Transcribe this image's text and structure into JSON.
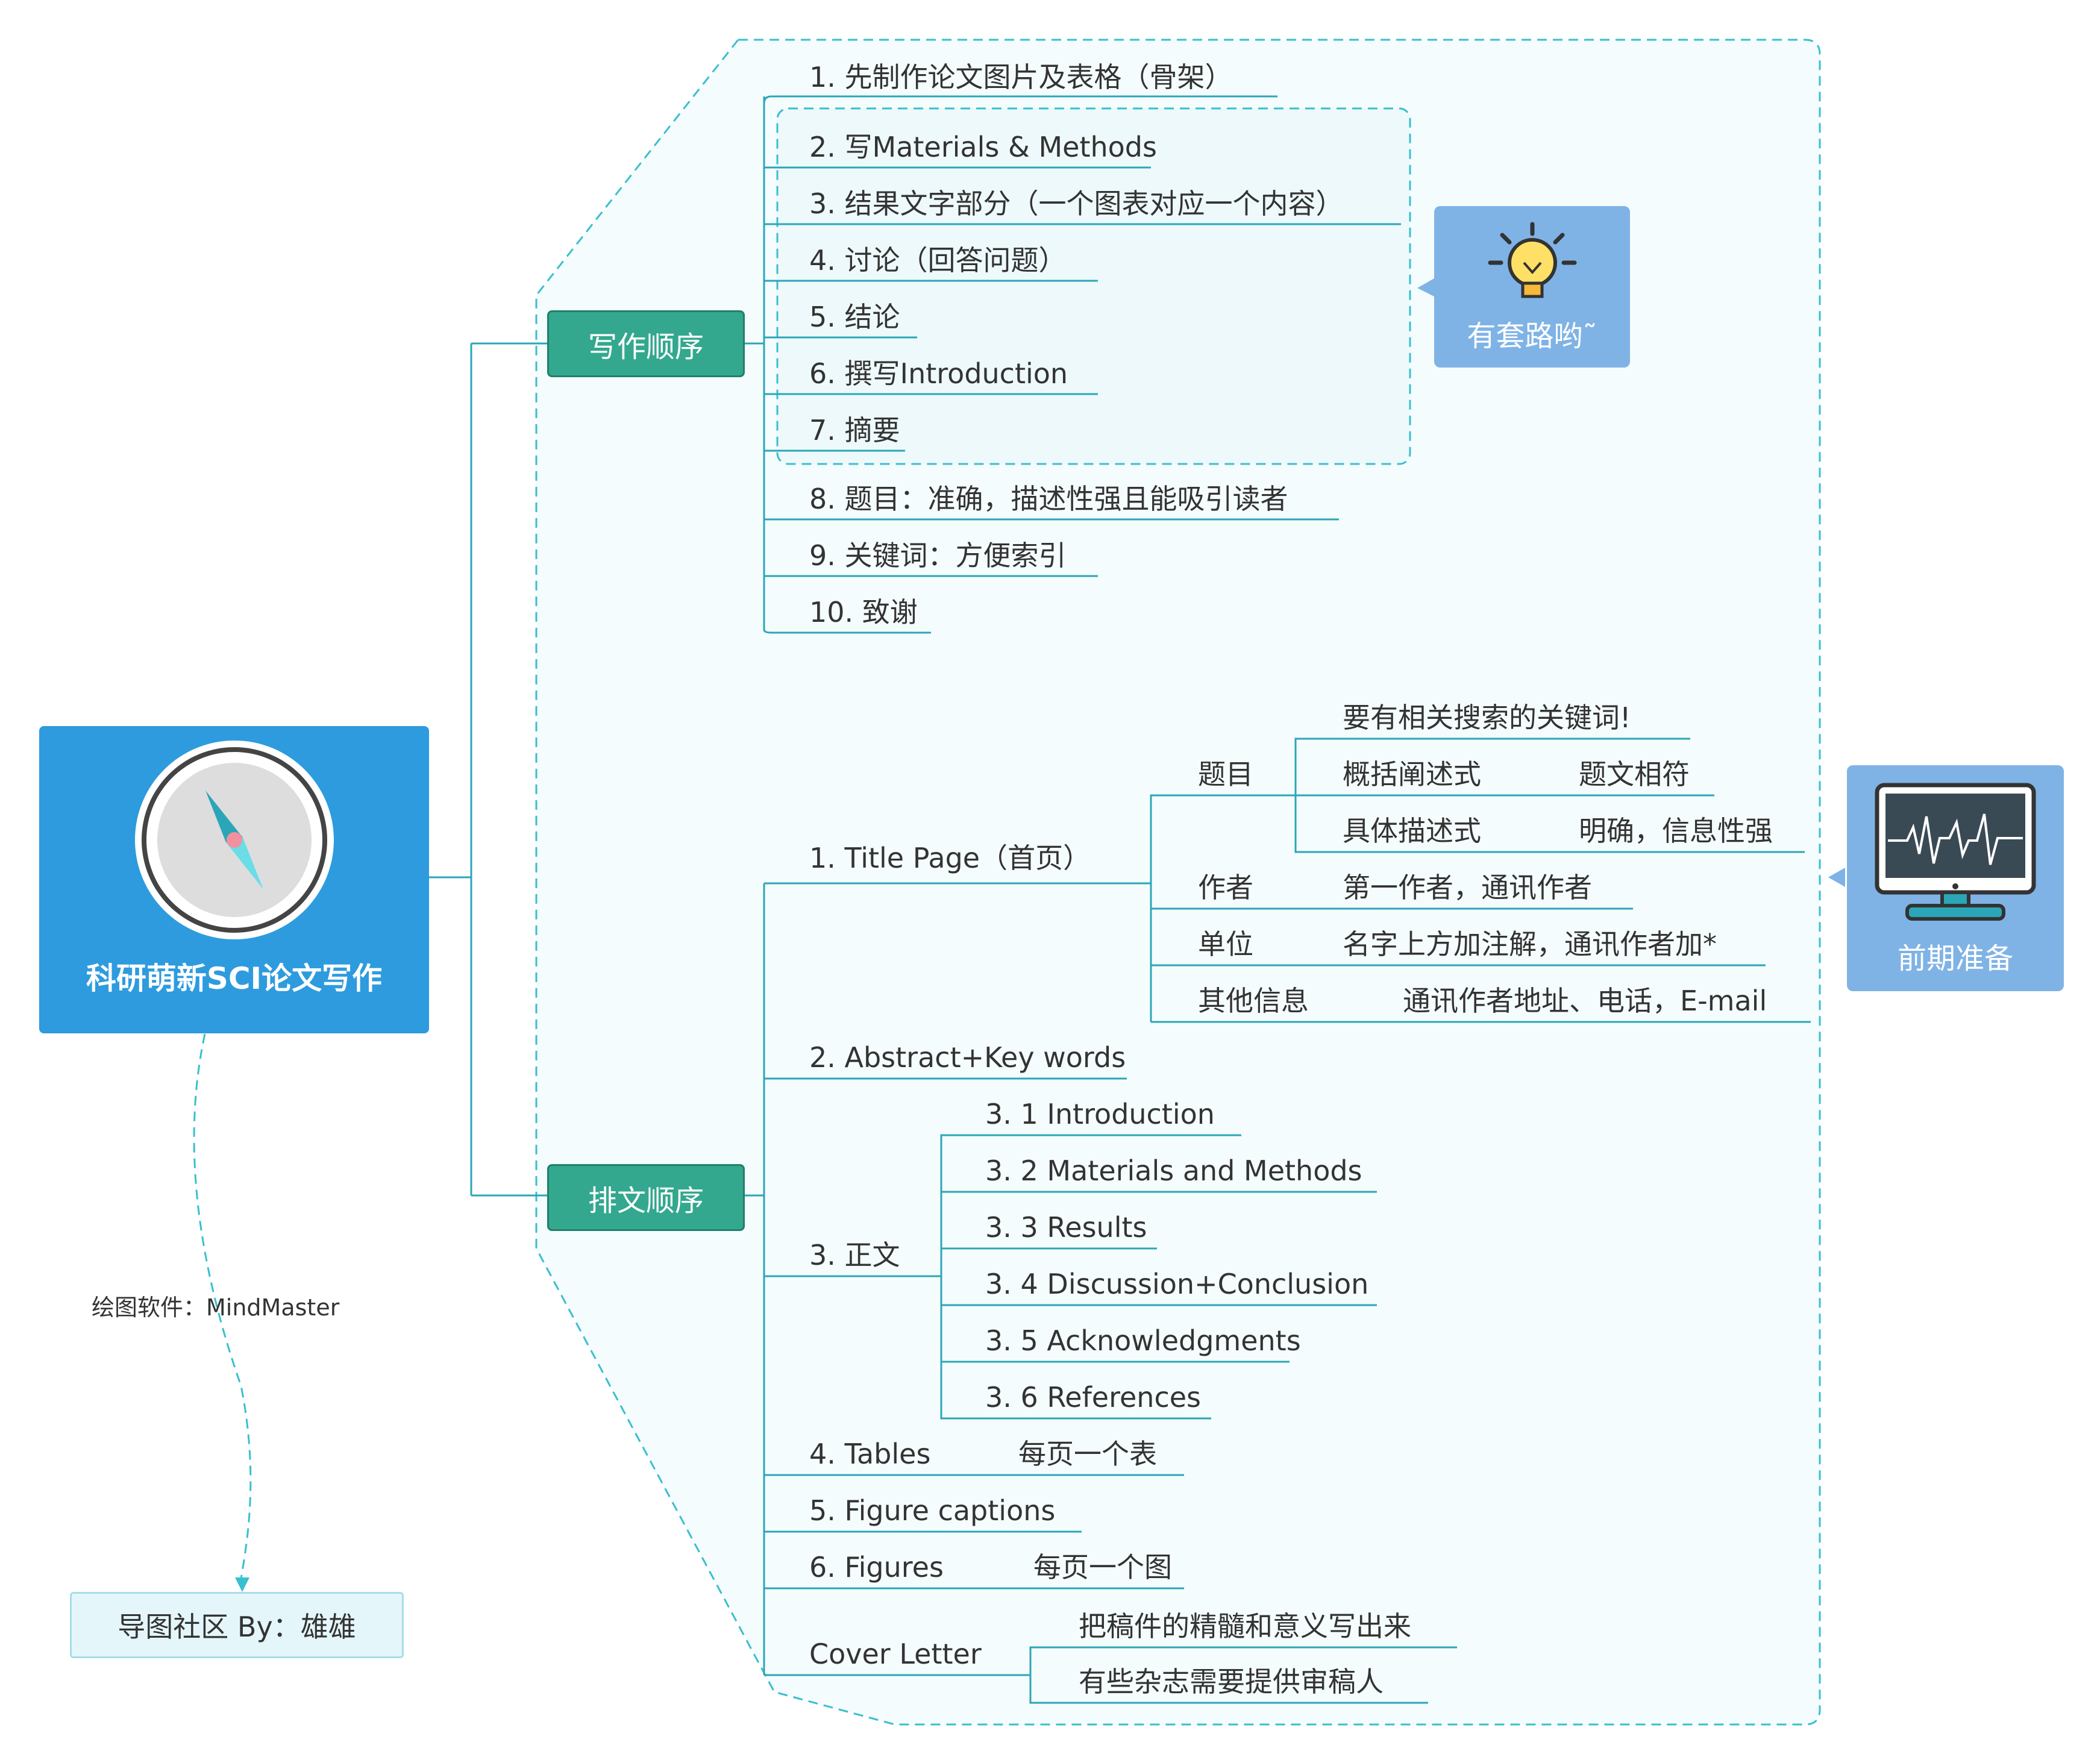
{
  "root": {
    "title": "科研萌新SCI论文写作",
    "icon": "compass-icon"
  },
  "branch_writing": {
    "label": "写作顺序",
    "items": [
      "1. 先制作论文图片及表格（骨架）",
      "2. 写Materials & Methods",
      "3. 结果文字部分（一个图表对应一个内容）",
      "4. 讨论（回答问题）",
      "5. 结论",
      "6. 撰写Introduction",
      "7. 摘要",
      "8. 题目：准确，描述性强且能吸引读者",
      "9. 关键词：方便索引",
      "10. 致谢"
    ],
    "callout": {
      "label": "有套路哟˜",
      "icon": "lightbulb-icon"
    }
  },
  "branch_layout": {
    "label": "排文顺序",
    "title_page": {
      "label": "1. Title Page（首页）",
      "topic": {
        "label": "题目",
        "keyword_note": "要有相关搜索的关键词!",
        "rows": [
          [
            "概括阐述式",
            "题文相符"
          ],
          [
            "具体描述式",
            "明确，信息性强"
          ]
        ]
      },
      "author": [
        "作者",
        "第一作者，通讯作者"
      ],
      "affiliation": [
        "单位",
        "名字上方加注解，通讯作者加*"
      ],
      "other": [
        "其他信息",
        "通讯作者地址、电话，E-mail"
      ]
    },
    "abstract": "2. Abstract+Key words",
    "main_text": {
      "label": "3. 正文",
      "items": [
        "3. 1  Introduction",
        "3. 2 Materials and Methods",
        "3. 3 Results",
        "3. 4 Discussion+Conclusion",
        "3. 5 Acknowledgments",
        "3. 6 References"
      ]
    },
    "tables": [
      "4. Tables",
      "每页一个表"
    ],
    "captions": "5. Figure captions",
    "figures": [
      "6. Figures",
      "每页一个图"
    ],
    "cover": {
      "label": "Cover Letter",
      "items": [
        "把稿件的精髓和意义写出来",
        "有些杂志需要提供审稿人"
      ]
    },
    "callout": {
      "label": "前期准备",
      "icon": "monitor-heartbeat-icon"
    }
  },
  "software_note": "绘图软件：MindMaster",
  "credit": "导图社区 By：雄雄",
  "colors": {
    "root": "#2e9bdf",
    "branch": "#33a88e",
    "line": "#2aa6b8",
    "card": "#7fb3e5",
    "credit_bg": "#e5f6fa"
  }
}
